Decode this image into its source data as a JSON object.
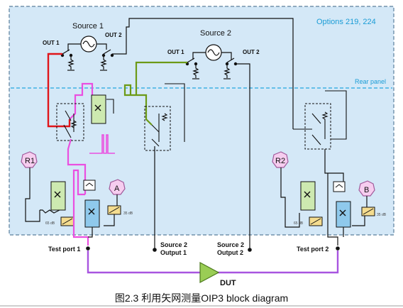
{
  "labels": {
    "source1": "Source 1",
    "source2": "Source 2",
    "options": "Options 219, 224",
    "rear_panel": "Rear panel",
    "out1": "OUT 1",
    "out2": "OUT 2",
    "r1": "R1",
    "r2": "R2",
    "a": "A",
    "b": "B",
    "test_port_1": "Test port 1",
    "test_port_2": "Test port 2",
    "source2_output1_line1": "Source 2",
    "source2_output1_line2": "Output 1",
    "source2_output2_line1": "Source 2",
    "source2_output2_line2": "Output 2",
    "dut": "DUT",
    "attenuator_label": "65 dB",
    "attenuator_label_2": "35 dB"
  },
  "caption": "图2.3 利用矢网测量OIP3 block diagram",
  "colors": {
    "panel_fill": "#d4e8f7",
    "panel_border": "#5a7f9c",
    "rear_panel_line": "#22a6e0",
    "path_red": "#e0151a",
    "path_magenta": "#ea4fe0",
    "path_green": "#6c9a17",
    "path_purple": "#a855e0",
    "dut_fill": "#9acd55",
    "marker_fill": "#f6cdef",
    "marker_stroke": "#a05a9a",
    "coupler_green": "#cde9b0",
    "coupler_blue": "#8fc9ec",
    "atten_fill": "#f4dc8f"
  }
}
